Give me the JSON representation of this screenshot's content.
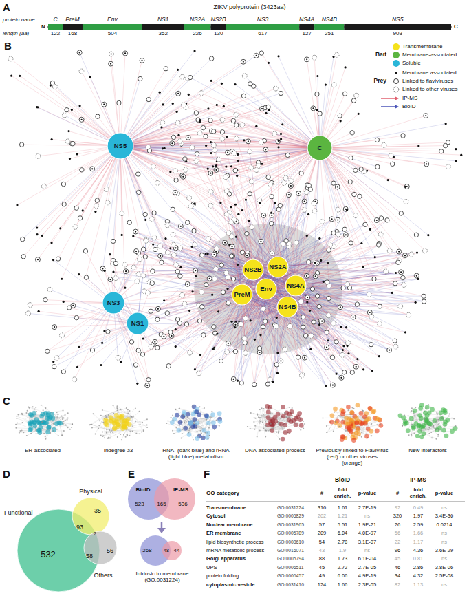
{
  "diagram": {
    "nodes": [
      {
        "text": [
          "NS5"
        ]
      },
      {
        "text": [
          "C"
        ]
      },
      {
        "text": [
          "NS3"
        ]
      },
      {
        "text": [
          "NS1"
        ]
      },
      {
        "text": [
          "NS2B"
        ]
      },
      {
        "text": [
          "NS2A"
        ]
      },
      {
        "text": [
          "PreM"
        ]
      },
      {
        "text": [
          "Env"
        ]
      },
      {
        "text": [
          "NS4A"
        ]
      },
      {
        "text": [
          "NS4B"
        ]
      }
    ],
    "labels": [
      "A",
      "ZIKV polyprotein (3423aa)",
      "protein name",
      "length (aa)",
      "N",
      "C",
      "C",
      "PreM",
      "Env",
      "NS1",
      "NS2A",
      "NS2B",
      "NS3",
      "NS4A",
      "NS4B",
      "NS5",
      "122",
      "168",
      "504",
      "352",
      "226",
      "130",
      "617",
      "127",
      "251",
      "903",
      "B",
      "Bait",
      "Prey",
      "C",
      "ER-associated",
      "Indegree ≥3",
      "RNA- (dark blue) and rRNA (light blue) metabolism",
      "DNA-associated process",
      "Previously linked to Flavivirus (red) or other viruses (orange)",
      "New interactors",
      "D",
      "Functional",
      "Physical",
      "Others",
      "532",
      "35",
      "93",
      "58",
      "2",
      "56",
      "E",
      "BioID",
      "IP-MS",
      "523",
      "165",
      "536",
      "268",
      "48",
      "44",
      "Intrinsic to membrane (GO:0031224)",
      "F",
      "GO category",
      "BioID",
      "IP-MS",
      "#",
      "fold enrich.",
      "p-value",
      "#",
      "fold enrich.",
      "p-value",
      "Transmembrane",
      "GO:0031224",
      "316",
      "1.61",
      "2.7E-19",
      "92",
      "0.49",
      "ns",
      "Cytosol",
      "GO:0005829",
      "202",
      "1.21",
      "ns",
      "320",
      "1.97",
      "3.4E-36",
      "Nuclear membrane",
      "GO:0031965",
      "57",
      "5.51",
      "1.9E-21",
      "26",
      "2.59",
      "0.0214",
      "ER membrane",
      "GO:0005789",
      "209",
      "6.04",
      "4.0E-97",
      "56",
      "1.66",
      "ns",
      "lipid biosynthetic process",
      "GO:0008610",
      "54",
      "2.78",
      "3.1E-07",
      "22",
      "1.17",
      "ns",
      "mRNA metabolic process",
      "GO:0016071",
      "43",
      "1.9",
      "ns",
      "96",
      "4.36",
      "3.6E-29",
      "Golgi apparatus",
      "GO:0005794",
      "88",
      "1.73",
      "6.1E-04",
      "45",
      "0.81",
      "ns",
      "UPS",
      "GO:0006511",
      "45",
      "2.72",
      "2.7E-05",
      "46",
      "2.86",
      "3.8E-06",
      "protein folding",
      "GO:0006457",
      "49",
      "6.06",
      "4.9E-19",
      "34",
      "4.32",
      "2.5E-08",
      "cytoplasmic vesicle",
      "GO:0031410",
      "124",
      "1.66",
      "2.3E-05",
      "82",
      "1.13",
      "ns"
    ],
    "legend": [
      {
        "text": "Transmembrane",
        "color": "#f5e21b"
      },
      {
        "text": "Membrane-associated",
        "color": "#5bb540"
      },
      {
        "text": "Soluble",
        "color": "#29b6d8"
      },
      {
        "text": "Membrane associated"
      },
      {
        "text": "Linked to flaviviruses"
      },
      {
        "text": "Linked to other viruses"
      },
      {
        "text": "IP-MS"
      },
      {
        "text": "BioID"
      }
    ]
  }
}
